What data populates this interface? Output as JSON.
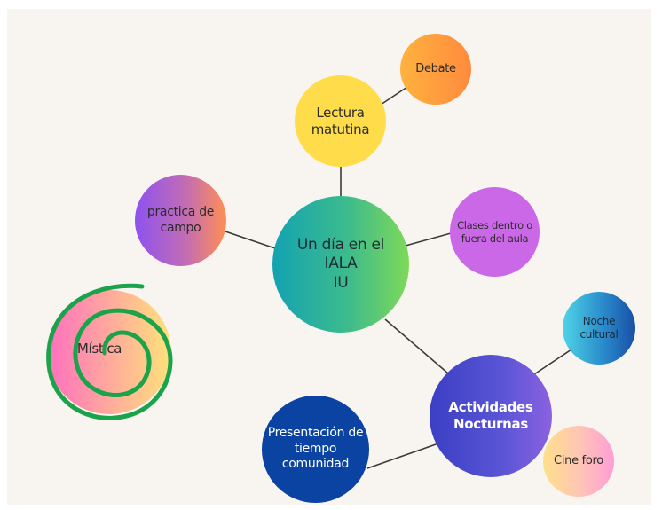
{
  "diagram": {
    "center": "Un día en el\nIALA\nIU",
    "nodes": {
      "lectura": "Lectura\nmatutina",
      "debate": "Debate",
      "practica": "practica de\ncampo",
      "clases": "Clases dentro o\nfuera del aula",
      "actividades": "Actividades\nNocturnas",
      "noche": "Noche\ncultural",
      "cine": "Cine foro",
      "presentacion": "Presentación de\ntiempo\ncomunidad",
      "mistica": "Mística"
    },
    "colors": {
      "background": "#f8f4ef",
      "connector": "#3a3a3a",
      "spiral": "#1aa34a"
    }
  }
}
